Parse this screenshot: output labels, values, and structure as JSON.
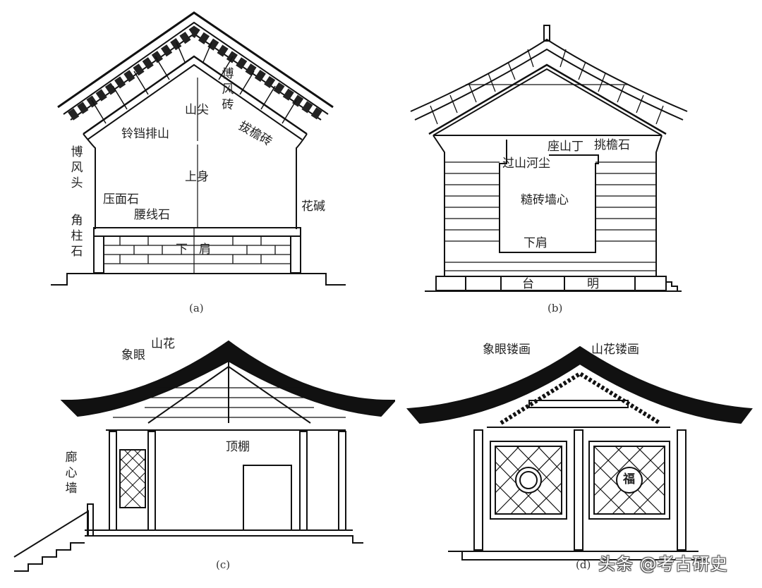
{
  "panels": [
    {
      "id": "a",
      "caption": "(a)",
      "labels": {
        "bofeng_zhuan": "博风砖",
        "linglang_paishan": "铃铛排山",
        "shan_jian": "山尖",
        "ba_yan_zhuan": "拔檐砖",
        "bofeng_tou": "博风头",
        "shang_shen": "上身",
        "ya_mian_shi": "压面石",
        "yao_xian_shi": "腰线石",
        "hua_jian": "花碱",
        "jiao_zhu_shi": "角柱石",
        "xia_jian_1": "下",
        "xia_jian_2": "肩"
      }
    },
    {
      "id": "b",
      "caption": "(b)",
      "labels": {
        "zuo_shan_ding": "座山丁",
        "tiao_yan_shi": "挑檐石",
        "guo_shan_he_chen": "过山河尘",
        "cao_zhuan_qiang_xin": "糙砖墙心",
        "xia_jian": "下肩",
        "tai_1": "台",
        "tai_2": "明"
      }
    },
    {
      "id": "c",
      "caption": "(c)",
      "labels": {
        "shan_hua": "山花",
        "xiang_yan": "象眼",
        "ding_peng": "顶棚",
        "lang_xin_qiang": "廊心墙"
      }
    },
    {
      "id": "d",
      "caption": "(d)",
      "labels": {
        "xiang_yan_lou_hua": "象眼镂画",
        "shan_hua_lou_hua": "山花镂画",
        "fu_character": "福"
      }
    }
  ],
  "watermark": "头条 @考古研史",
  "colors": {
    "ink": "#111111",
    "background": "#ffffff"
  }
}
